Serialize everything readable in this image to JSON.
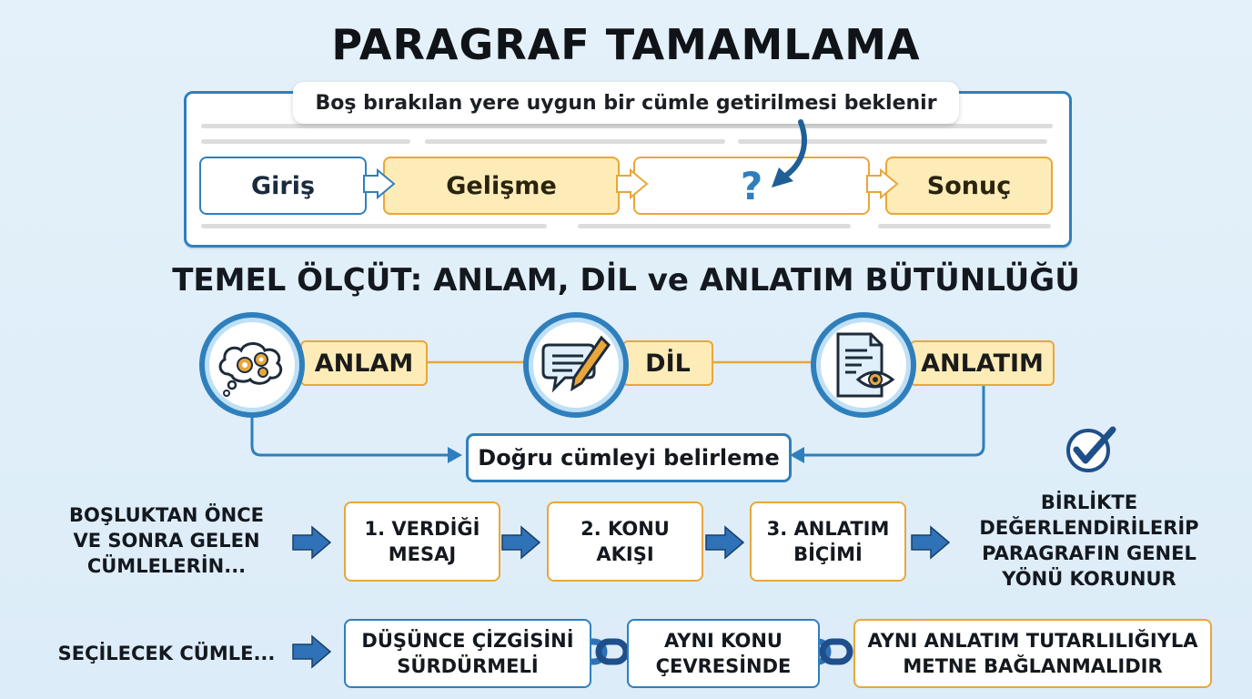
{
  "title": "PARAGRAF TAMAMLAMA",
  "callout": "Boş bırakılan yere uygun bir cümle getirilmesi beklenir",
  "flow": {
    "giris": "Giriş",
    "gelisme": "Gelişme",
    "blank": "?",
    "sonuc": "Sonuç"
  },
  "subtitle": "TEMEL ÖLÇÜT: ANLAM, DİL ve ANLATIM BÜTÜNLÜĞÜ",
  "criteria": {
    "anlam": "ANLAM",
    "dil": "DİL",
    "anlatim": "ANLATIM"
  },
  "target": "Doğru cümleyi belirleme",
  "row1": {
    "label": "BOŞLUKTAN ÖNCE\nVE SONRA GELEN\nCÜMLELERİN...",
    "step1": "1. VERDİĞİ\nMESAJ",
    "step2": "2. KONU\nAKIŞI",
    "step3": "3. ANLATIM\nBİÇİMİ",
    "result": "BİRLİKTE\nDEĞERLENDİRİLERİP\nPARAGRAFIN GENEL\nYÖNÜ KORUNUR"
  },
  "row2": {
    "label": "SEÇİLECEK CÜMLE...",
    "box1": "DÜŞÜNCE ÇİZGİSİNİ\nSÜRDÜRMELİ",
    "box2": "AYNI KONU\nÇEVRESİNDE",
    "box3": "AYNI ANLATIM TUTARLILIĞIYLA\nMETNE BAĞLANMALIDIR"
  },
  "colors": {
    "blue": "#2f7fbd",
    "orange": "#e8a73a",
    "yellow_fill": "#fdecb7",
    "background": "#e4f1fa"
  },
  "icons": [
    "thinking-gears-icon",
    "chat-pen-icon",
    "document-eye-icon",
    "checkmark-icon",
    "chain-link-icon",
    "arrow-right-icon"
  ]
}
